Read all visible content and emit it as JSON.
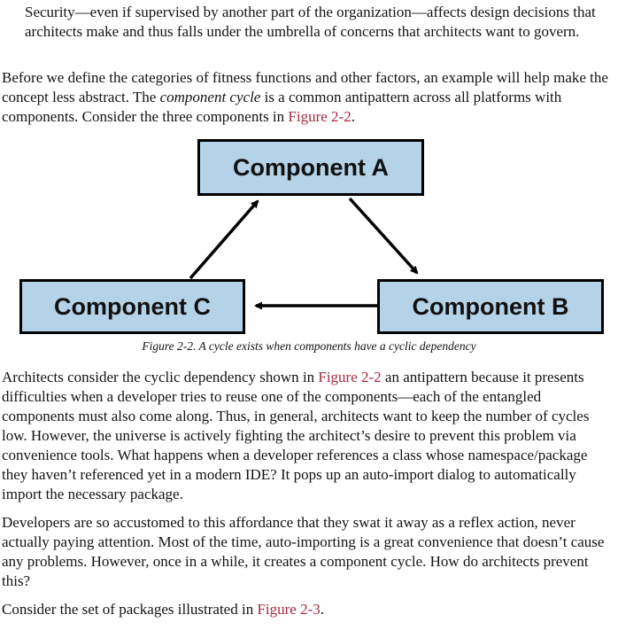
{
  "page": {
    "background": "#ffffff",
    "text_color": "#131313",
    "link_color": "#a62a3e"
  },
  "blockquote": {
    "text": "Security—even if supervised by another part of the organization—affects design decisions that architects make and thus falls under the umbrella of concerns that architects want to govern."
  },
  "paragraph_intro": {
    "pre": "Before we define the categories of fitness functions and other factors, an example will help make the concept less abstract. The ",
    "italic": "component cycle",
    "mid": " is a common antipattern across all platforms with components. Consider the three components in ",
    "link": "Figure 2-2",
    "post": "."
  },
  "figure": {
    "box_fill": "#b4d2e8",
    "box_border": "#000000",
    "components": [
      {
        "label": "Component A"
      },
      {
        "label": "Component B"
      },
      {
        "label": "Component C"
      }
    ],
    "arrows": [
      {
        "from": "Component C",
        "to": "Component A"
      },
      {
        "from": "Component A",
        "to": "Component B"
      },
      {
        "from": "Component B",
        "to": "Component C"
      }
    ],
    "caption": "Figure 2-2. A cycle exists when components have a cyclic dependency"
  },
  "paragraph_architects": {
    "pre": "Architects consider the cyclic dependency shown in ",
    "link": "Figure 2-2",
    "post": " an antipattern because it presents difficulties when a developer tries to reuse one of the components—each of the entangled components must also come along. Thus, in general, architects want to keep the number of cycles low. However, the universe is actively fighting the architect’s desire to prevent this problem via convenience tools. What happens when a developer references a class whose namespace/package they haven’t referenced yet in a modern IDE? It pops up an auto-import dialog to automatically import the necessary package."
  },
  "paragraph_developers": {
    "text": "Developers are so accustomed to this affordance that they swat it away as a reflex action, never actually paying attention. Most of the time, auto-importing is a great convenience that doesn’t cause any problems. However, once in a while, it creates a component cycle. How do architects prevent this?"
  },
  "paragraph_consider": {
    "pre": "Consider the set of packages illustrated in ",
    "link": "Figure 2-3",
    "post": "."
  }
}
